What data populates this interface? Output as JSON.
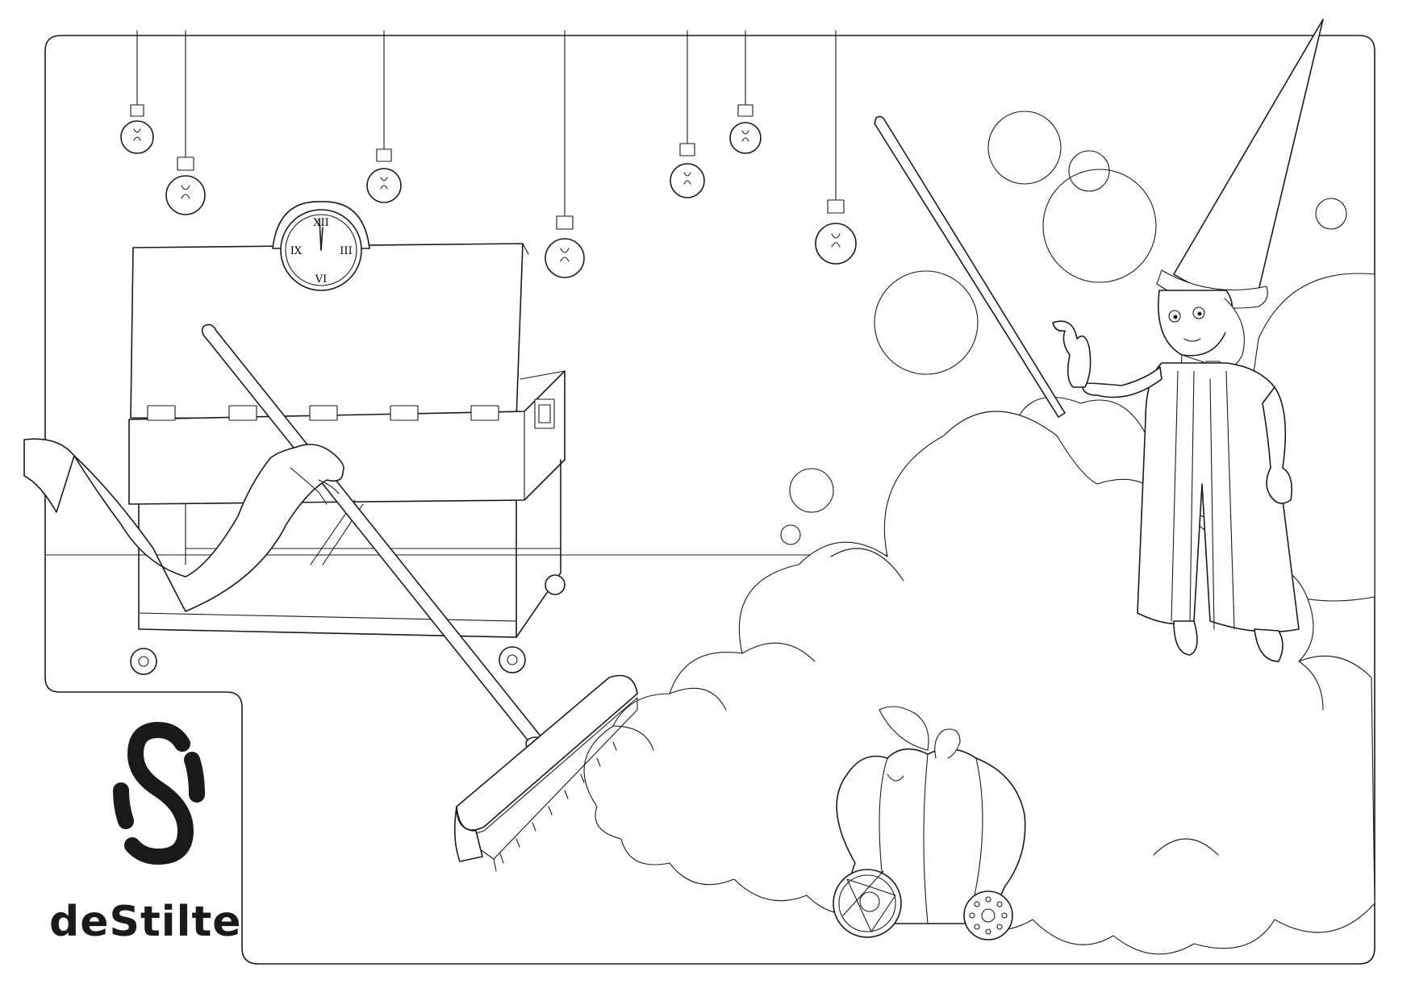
{
  "brand": {
    "name": "deStilte",
    "logo_icon": "s-monogram-icon"
  },
  "clock": {
    "numerals": [
      "XII",
      "III",
      "VI",
      "IX"
    ],
    "time_shown": "11:59"
  },
  "colors": {
    "ink": "#1a1a1a",
    "paper": "#ffffff"
  },
  "icons": [
    "light-bulb-icon",
    "wall-clock-icon",
    "broom-icon",
    "magic-wand-icon",
    "wizard-hat-icon",
    "pumpkin-carriage-icon",
    "cloud-icon",
    "bubble-icon"
  ]
}
